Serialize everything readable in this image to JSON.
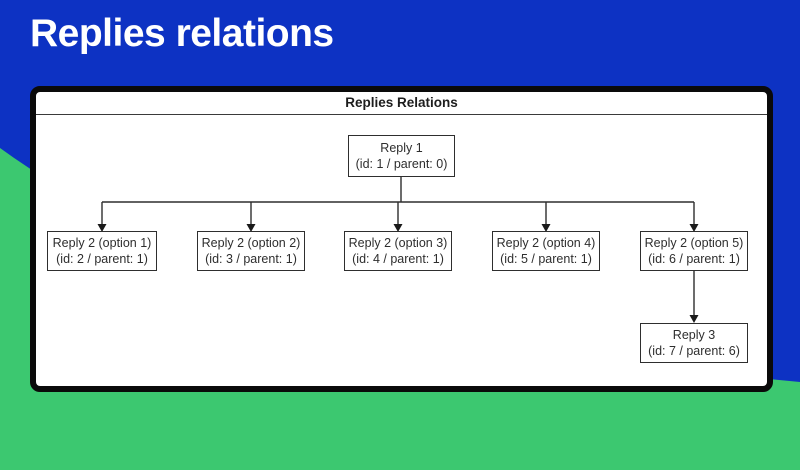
{
  "page": {
    "title": "Replies relations"
  },
  "panel": {
    "header": "Replies Relations"
  },
  "colors": {
    "background_blue": "#0d32c3",
    "background_green": "#3cc870",
    "panel_border": "#0a0a0a",
    "node_border": "#2e2e2e",
    "connector": "#2e2e2e",
    "title_text": "#ffffff"
  },
  "chart_data": {
    "type": "tree-diagram",
    "title": "Replies Relations",
    "nodes": [
      {
        "id": 1,
        "parent": 0,
        "label": "Reply 1",
        "sublabel": "(id: 1 / parent: 0)"
      },
      {
        "id": 2,
        "parent": 1,
        "label": "Reply 2 (option 1)",
        "sublabel": "(id: 2 / parent: 1)"
      },
      {
        "id": 3,
        "parent": 1,
        "label": "Reply 2 (option 2)",
        "sublabel": "(id: 3 / parent: 1)"
      },
      {
        "id": 4,
        "parent": 1,
        "label": "Reply 2 (option 3)",
        "sublabel": "(id: 4 / parent: 1)"
      },
      {
        "id": 5,
        "parent": 1,
        "label": "Reply 2 (option 4)",
        "sublabel": "(id: 5 / parent: 1)"
      },
      {
        "id": 6,
        "parent": 1,
        "label": "Reply 2 (option 5)",
        "sublabel": "(id: 6 / parent: 1)"
      },
      {
        "id": 7,
        "parent": 6,
        "label": "Reply 3",
        "sublabel": "(id: 7 / parent: 6)"
      }
    ],
    "edges": [
      {
        "from": 1,
        "to": 2
      },
      {
        "from": 1,
        "to": 3
      },
      {
        "from": 1,
        "to": 4
      },
      {
        "from": 1,
        "to": 5
      },
      {
        "from": 1,
        "to": 6
      },
      {
        "from": 6,
        "to": 7
      }
    ]
  }
}
